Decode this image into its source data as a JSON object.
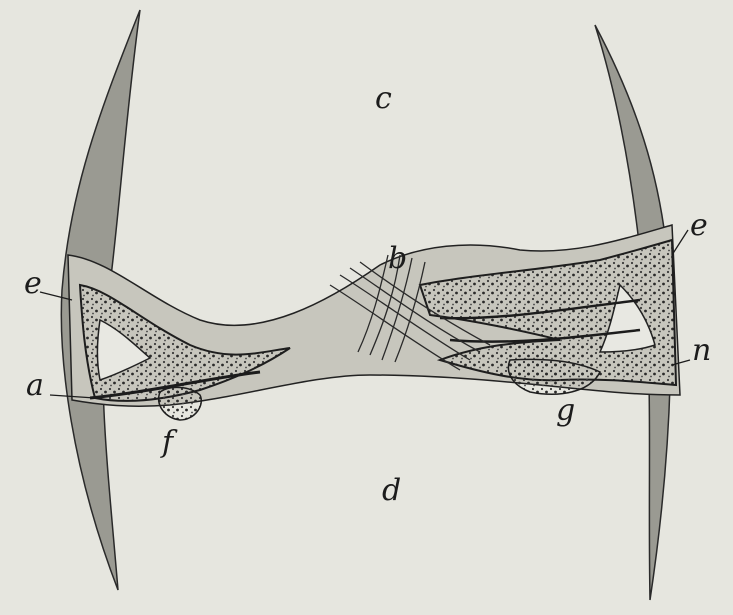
{
  "figure": {
    "labels": {
      "a": "a",
      "b": "b",
      "c": "c",
      "d": "d",
      "e_left": "e",
      "e_right": "e",
      "f": "f",
      "g": "g",
      "n": "n"
    },
    "colors": {
      "paper": "#e6e6df",
      "bone": "#c7c6bd",
      "stroke": "#202020",
      "marrow": "#2e2e2e"
    }
  }
}
